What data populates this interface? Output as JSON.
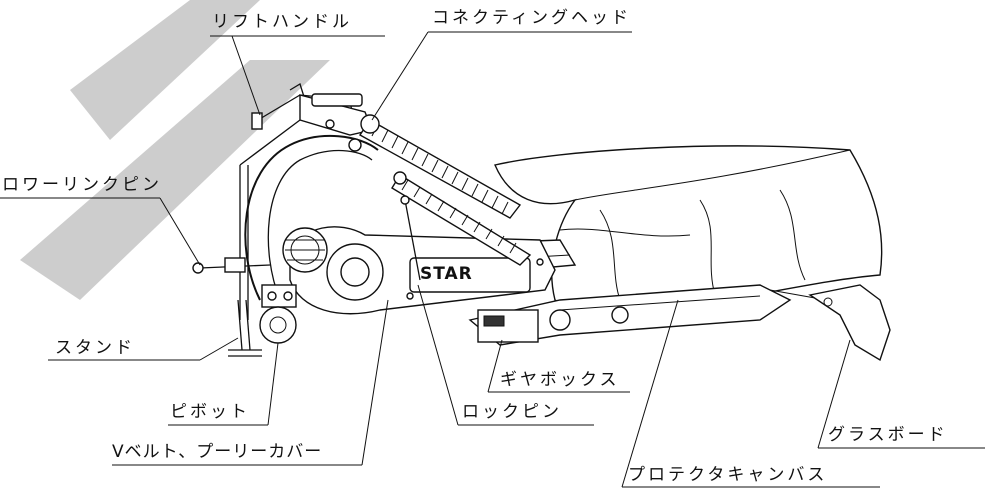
{
  "watermark_color": "#c8c8c8",
  "labels": {
    "lift_handle": "リフトハンドル",
    "connecting_head": "コネクティングヘッド",
    "lower_link_pin": "ロワーリンクピン",
    "stand": "スタンド",
    "gearbox": "ギヤボックス",
    "pivot": "ピボット",
    "lock_pin": "ロックピン",
    "v_belt_pulley_cover": "Vベルト、プーリーカバー",
    "grass_board": "グラスボード",
    "protector_canvas": "プロテクタキャンバス",
    "brand": "STAR"
  }
}
